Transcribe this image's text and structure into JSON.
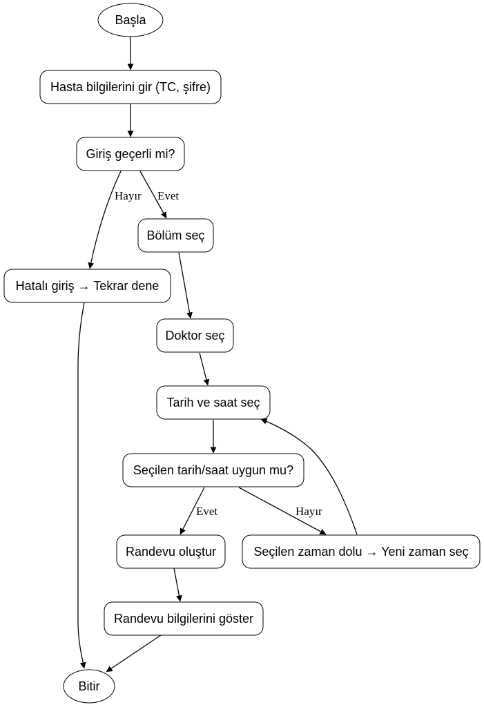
{
  "diagram": {
    "nodes": {
      "start": "Başla",
      "enter_info": "Hasta bilgilerini gir (TC, şifre)",
      "login_valid": "Giriş geçerli mi?",
      "select_department": "Bölüm seç",
      "invalid_login": "Hatalı giriş → Tekrar dene",
      "select_doctor": "Doktor seç",
      "select_datetime": "Tarih ve saat seç",
      "datetime_available": "Seçilen tarih/saat uygun mu?",
      "create_appointment": "Randevu oluştur",
      "slot_taken": "Seçilen zaman dolu → Yeni zaman seç",
      "show_appointment": "Randevu bilgilerini göster",
      "end": "Bitir"
    },
    "edge_labels": {
      "login_no": "Hayır",
      "login_yes": "Evet",
      "available_yes": "Evet",
      "available_no": "Hayır"
    }
  }
}
